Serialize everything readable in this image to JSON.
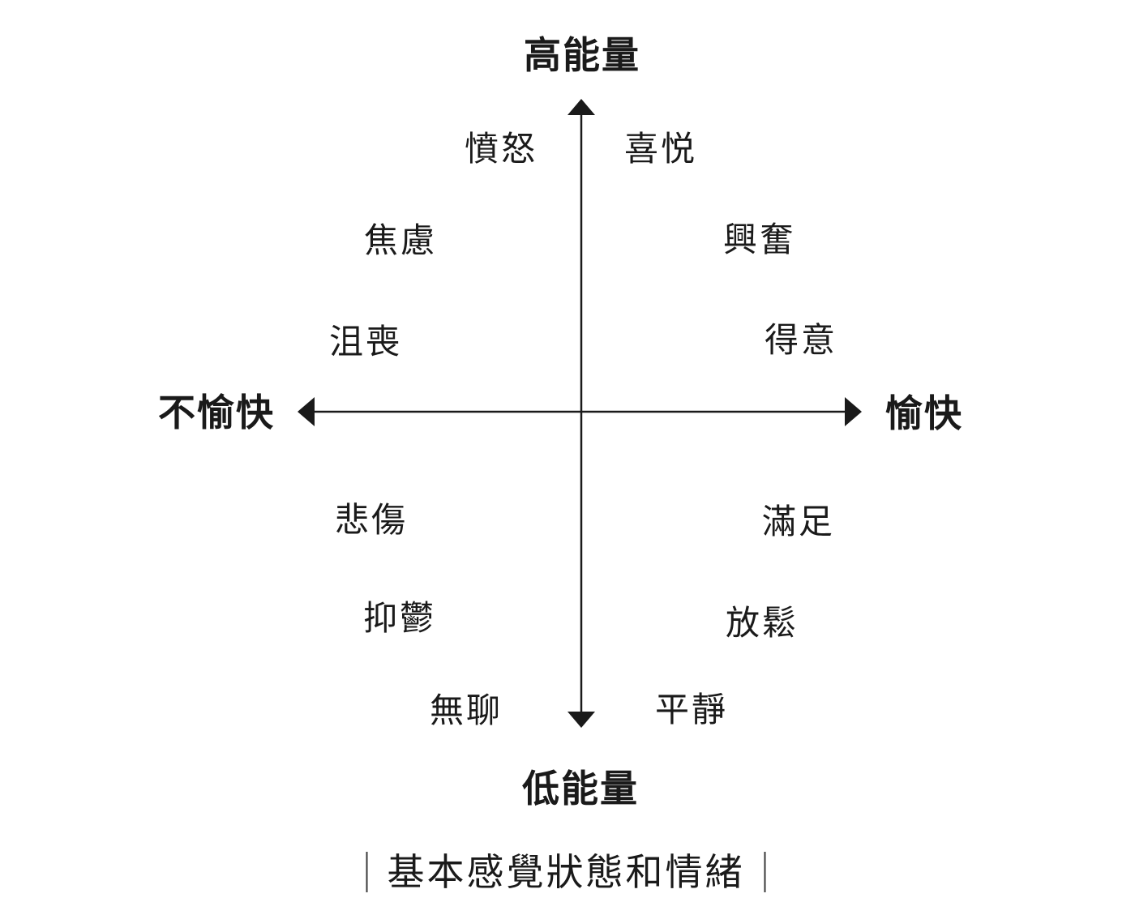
{
  "diagram": {
    "axes": {
      "top": "高能量",
      "bottom": "低能量",
      "left": "不愉快",
      "right": "愉快"
    },
    "emotions": [
      {
        "label": "憤怒",
        "quadrant": "top-left"
      },
      {
        "label": "喜悦",
        "quadrant": "top-right"
      },
      {
        "label": "焦慮",
        "quadrant": "top-left"
      },
      {
        "label": "興奮",
        "quadrant": "top-right"
      },
      {
        "label": "沮喪",
        "quadrant": "top-left"
      },
      {
        "label": "得意",
        "quadrant": "top-right"
      },
      {
        "label": "悲傷",
        "quadrant": "bottom-left"
      },
      {
        "label": "滿足",
        "quadrant": "bottom-right"
      },
      {
        "label": "抑鬱",
        "quadrant": "bottom-left"
      },
      {
        "label": "放鬆",
        "quadrant": "bottom-right"
      },
      {
        "label": "無聊",
        "quadrant": "bottom-left"
      },
      {
        "label": "平靜",
        "quadrant": "bottom-right"
      }
    ],
    "caption": "基本感覺狀態和情緒",
    "colors": {
      "ink": "#1a1a1a",
      "background": "#ffffff"
    }
  }
}
